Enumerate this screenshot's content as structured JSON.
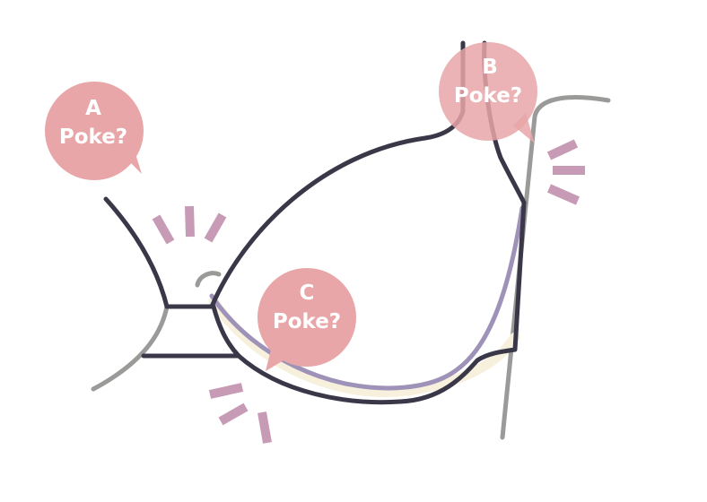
{
  "colors": {
    "outline": "#3a3848",
    "lavender": "#9e92b8",
    "cream": "#f6f0dd",
    "gray_line": "#9a9a98",
    "bubble": "#e8a6a8",
    "tick": "#c79bb5",
    "text": "#ffffff"
  },
  "bubbles": [
    {
      "letter": "A",
      "prompt": "Poke?"
    },
    {
      "letter": "B",
      "prompt": "Poke?"
    },
    {
      "letter": "C",
      "prompt": "Poke?"
    }
  ]
}
